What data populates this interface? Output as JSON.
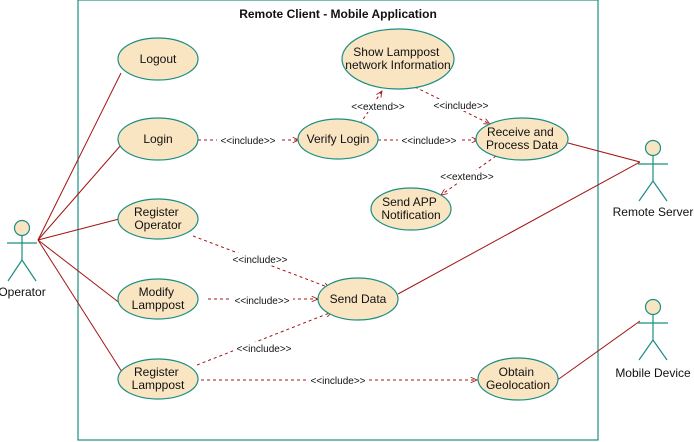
{
  "system": {
    "title": "Remote Client - Mobile Application"
  },
  "actors": {
    "operator": "Operator",
    "remote_server": "Remote Server",
    "mobile_device": "Mobile Device"
  },
  "use_cases": {
    "logout": [
      "Logout"
    ],
    "login": [
      "Login"
    ],
    "register_operator": [
      "Register",
      "Operator"
    ],
    "modify_lamppost": [
      "Modify",
      "Lamppost"
    ],
    "register_lamppost": [
      "Register",
      "Lamppost"
    ],
    "verify_login": [
      "Verify Login"
    ],
    "show_lamppost": [
      "Show Lamppost",
      "network Information"
    ],
    "receive_process": [
      "Receive and",
      "Process Data"
    ],
    "send_app_notification": [
      "Send APP",
      "Notification"
    ],
    "send_data": [
      "Send Data"
    ],
    "obtain_geolocation": [
      "Obtain",
      "Geolocation"
    ]
  },
  "relations": {
    "include": "<<include>>",
    "extend": "<<extend>>"
  }
}
